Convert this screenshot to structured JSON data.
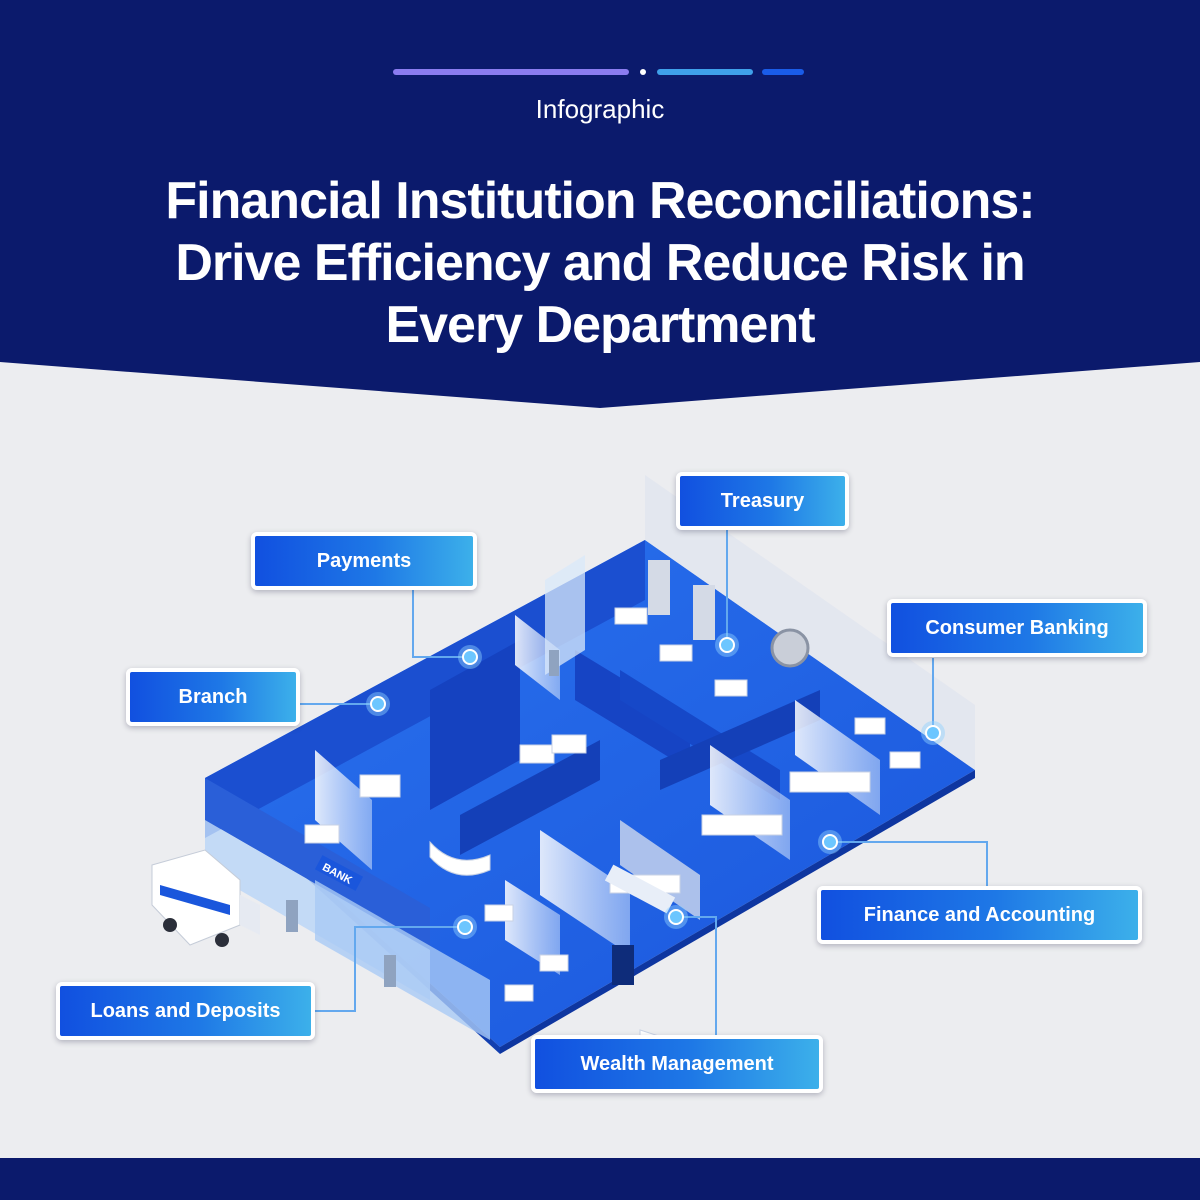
{
  "header": {
    "eyebrow": "Infographic",
    "title_lines": [
      "Financial Institution Reconciliations:",
      "Drive Efficiency and Reduce Risk in",
      "Every Department"
    ]
  },
  "illustration": {
    "building_sign": "BANK"
  },
  "departments": {
    "treasury": "Treasury",
    "payments": "Payments",
    "consumer_banking": "Consumer Banking",
    "branch": "Branch",
    "finance_and_accounting": "Finance and Accounting",
    "loans_and_deposits": "Loans and Deposits",
    "wealth_management": "Wealth Management"
  },
  "colors": {
    "header_navy": "#0b1a6c",
    "accent_purple": "#8b7cf0",
    "accent_light_blue": "#3fa0ea",
    "accent_blue": "#1a5ce8",
    "floor_blue": "#1f62e6",
    "callout_gradient_start": "#1150e0",
    "callout_gradient_end": "#3cb0ea",
    "background": "#ecedf0"
  }
}
